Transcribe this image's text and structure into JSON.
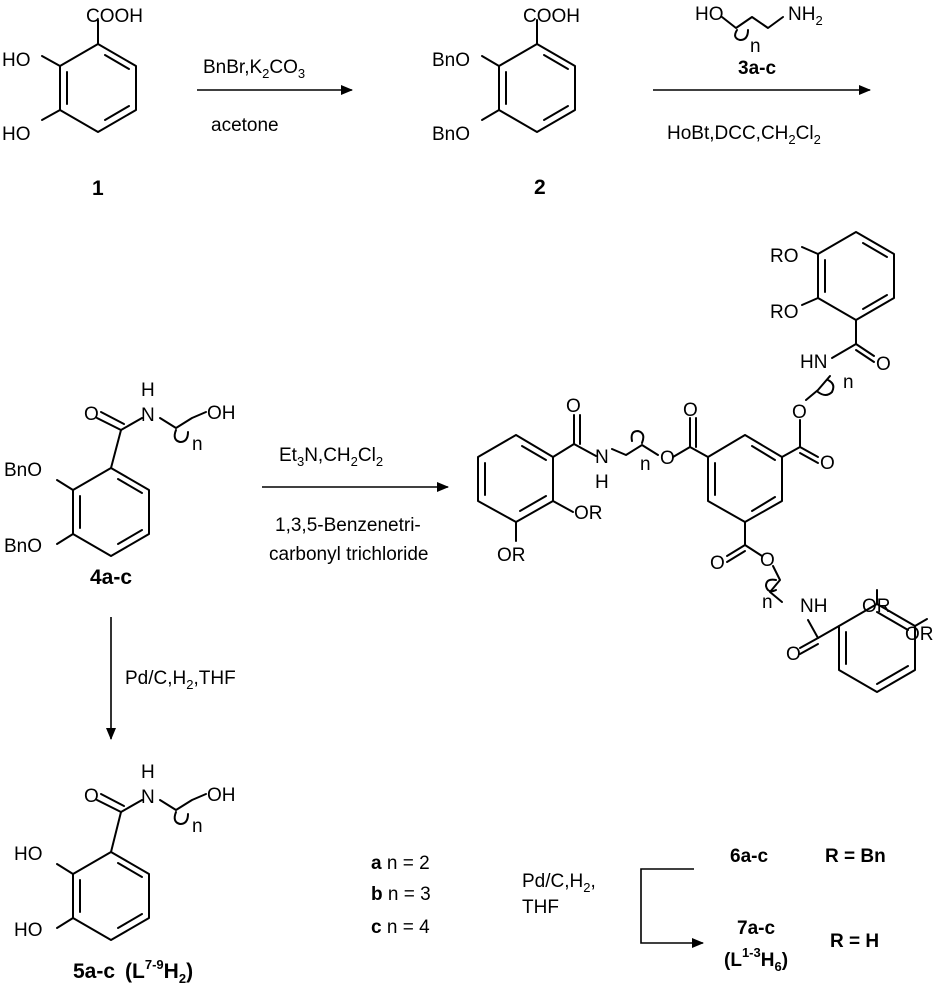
{
  "compounds": {
    "c1": {
      "number": "1",
      "acid": "COOH",
      "oh_top": "HO",
      "oh_bottom": "HO"
    },
    "c2": {
      "number": "2",
      "acid": "COOH",
      "bno_top": "BnO",
      "bno_bottom": "BnO"
    },
    "c3": {
      "ho": "HO",
      "nh2": "NH",
      "nh2_sub": "2",
      "n": "n",
      "label": "3a-c"
    },
    "c4": {
      "label": "4a-c",
      "bno_top": "BnO",
      "bno_bottom": "BnO",
      "o": "O",
      "h": "H",
      "n_atom": "N",
      "oh": "OH",
      "n": "n"
    },
    "c5": {
      "label": "5a-c",
      "ligand_open": "(L",
      "ligand_sup": "7-9",
      "ligand_h": "H",
      "ligand_sub": "2",
      "ligand_close": ")",
      "ho_top": "HO",
      "ho_bottom": "HO",
      "o": "O",
      "h": "H",
      "n_atom": "N",
      "oh": "OH",
      "n": "n"
    },
    "c6": {
      "ro1": "RO",
      "ro2": "RO",
      "or1": "OR",
      "or2": "OR",
      "ro_left": "OR",
      "or_left": "OR",
      "o": "O",
      "h": "H",
      "n_atom": "N",
      "hn": "HN",
      "nh": "NH",
      "n": "n"
    }
  },
  "reagents": {
    "step1_top": "BnBr,K",
    "step1_top_sub": "2",
    "step1_top_tail": "CO",
    "step1_top_sub2": "3",
    "step1_bottom": "acetone",
    "step2_bottom": "HoBt,DCC,CH",
    "step2_bottom_sub": "2",
    "step2_bottom_tail": "Cl",
    "step2_bottom_sub2": "2",
    "step3_top": "Et",
    "step3_top_sub": "3",
    "step3_top_mid": "N,CH",
    "step3_top_sub2": "2",
    "step3_top_tail": "Cl",
    "step3_top_sub3": "2",
    "step3_bottom_1": "1,3,5-Benzenetri-",
    "step3_bottom_2": "carbonyl trichloride",
    "step4": "Pd/C,H",
    "step4_sub": "2",
    "step4_tail": ",THF",
    "step5_1": "Pd/C,H",
    "step5_1_sub": "2",
    "step5_1_tail": ",",
    "step5_2": "THF"
  },
  "legend": {
    "a": "a",
    "a_text": " n = 2",
    "b": "b",
    "b_text": " n = 3",
    "c": "c",
    "c_text": " n = 4"
  },
  "products": {
    "p6_label": "6a-c",
    "p6_r": "R = Bn",
    "p7_label": "7a-c",
    "p7_r": "R = H",
    "p7_ligand_open": "(L",
    "p7_ligand_sup": "1-3",
    "p7_ligand_h": "H",
    "p7_ligand_sub": "6",
    "p7_ligand_close": ")"
  }
}
